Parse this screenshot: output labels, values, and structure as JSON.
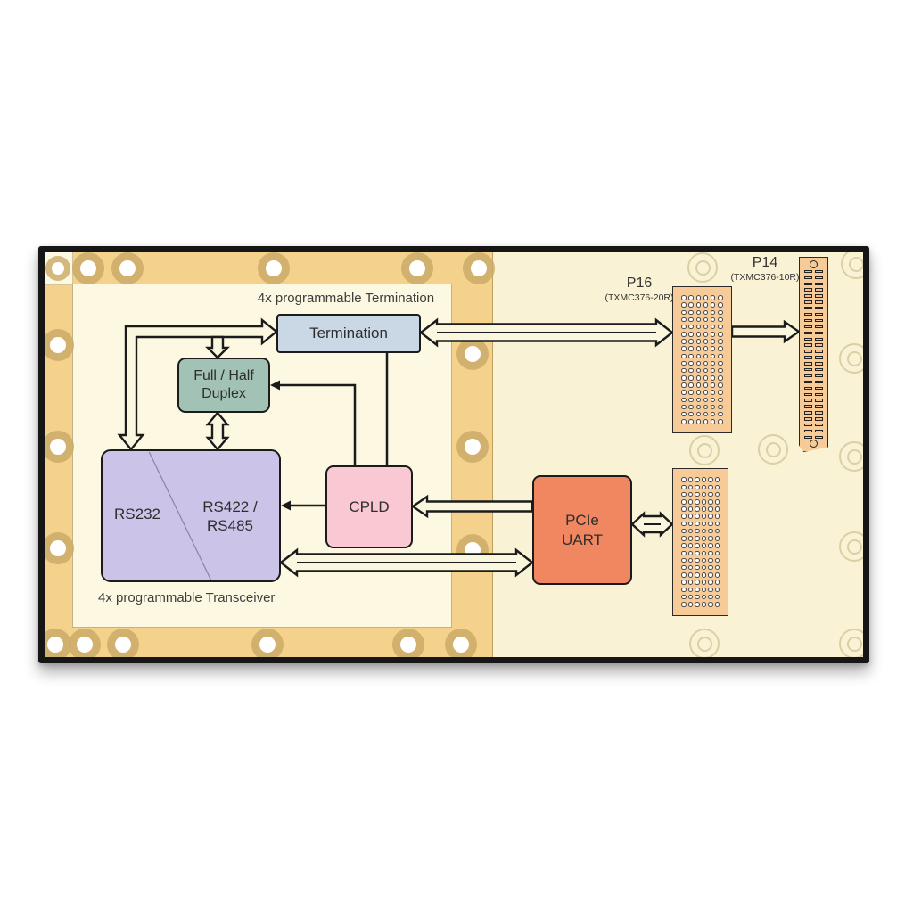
{
  "board": {
    "captions": {
      "termination": "4x programmable Termination",
      "transceiver": "4x programmable Transceiver"
    },
    "blocks": {
      "termination": {
        "label": "Termination",
        "fill": "#C9D8E4"
      },
      "duplex": {
        "line1": "Full / Half",
        "line2": "Duplex",
        "fill": "#A3C2B6"
      },
      "transceiver": {
        "left_label": "RS232",
        "right_line1": "RS422 /",
        "right_line2": "RS485",
        "fill": "#CCC3E9"
      },
      "cpld": {
        "label": "CPLD",
        "fill": "#F9C8D2"
      },
      "pcie_uart": {
        "line1": "PCIe",
        "line2": "UART",
        "fill": "#F08760"
      }
    },
    "connectors": {
      "p16": {
        "name": "P16",
        "part": "(TXMC376-20R)",
        "pin_cols": 6,
        "pin_rows": 18
      },
      "aux": {
        "pin_cols": 6,
        "pin_rows": 18
      },
      "p14": {
        "name": "P14",
        "part": "(TXMC376-10R)",
        "slot_cols": 2,
        "slot_rows": 28
      }
    },
    "colors": {
      "board_bg": "#F9F2D4",
      "inner_panel": "#FCF8E1",
      "module_band": "#F5D28C",
      "connector_fill": "#F6CB97",
      "arrow_fill": "#FBF6DE"
    }
  }
}
